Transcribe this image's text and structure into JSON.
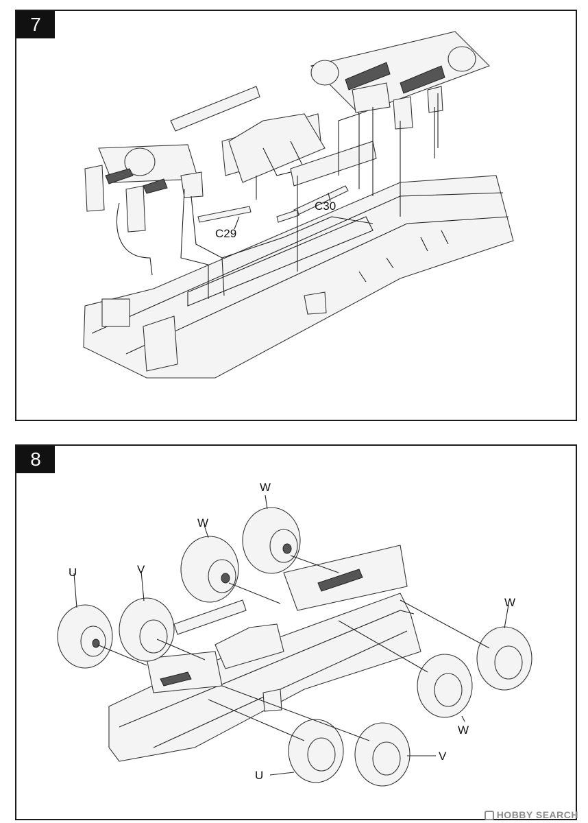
{
  "step7": {
    "number": "7",
    "labels": {
      "c29": "C29",
      "c30": "C30"
    }
  },
  "step8": {
    "number": "8",
    "labels": {
      "w_top_left": "W",
      "w_top_right": "W",
      "w_right": "W",
      "w_lower_right": "W",
      "u_left": "U",
      "v_left": "V",
      "u_bottom": "U",
      "v_bottom": "V"
    }
  },
  "watermark": {
    "text": "HOBBY SEARCH"
  }
}
